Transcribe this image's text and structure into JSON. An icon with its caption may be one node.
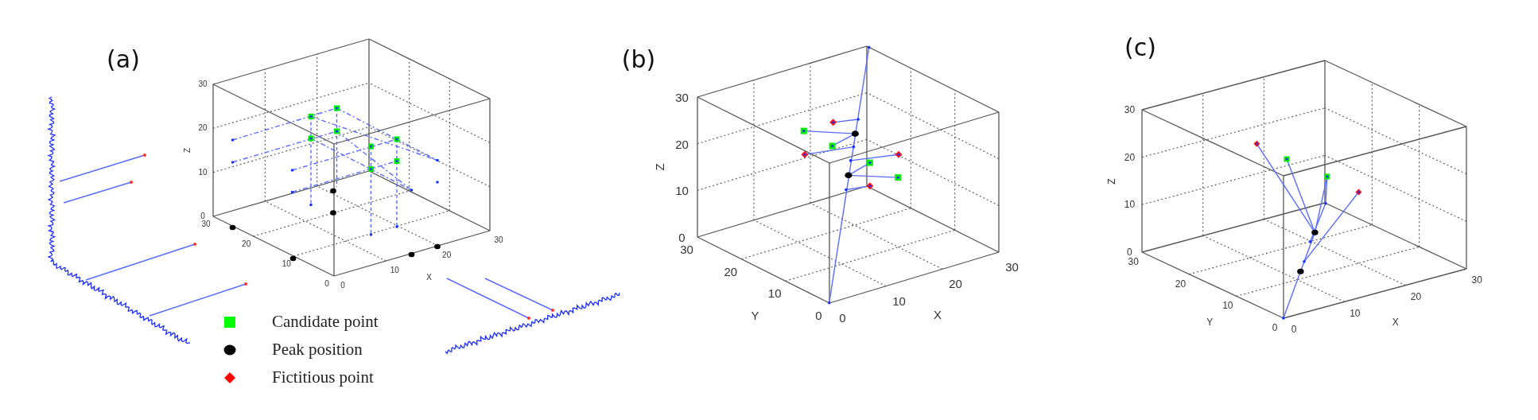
{
  "diagram": {
    "labels": [
      "(a)",
      "30",
      "20",
      "10",
      "0",
      "Z",
      "30",
      "20",
      "10",
      "0",
      "0",
      "10",
      "20",
      "30",
      "X",
      "(b)",
      "30",
      "20",
      "10",
      "0",
      "Z",
      "30",
      "20",
      "10",
      "0",
      "Y",
      "0",
      "10",
      "20",
      "30",
      "X",
      "(c)",
      "30",
      "20",
      "10",
      "0",
      "Z",
      "30",
      "20",
      "10",
      "0",
      "Y",
      "0",
      "10",
      "20",
      "30",
      "X"
    ],
    "legend": [
      {
        "text": "Candidate point",
        "color": "#00ff00"
      },
      {
        "text": "Peak position",
        "color": "#000000"
      },
      {
        "text": "Fictitious point",
        "color": "#ff0000"
      }
    ]
  }
}
